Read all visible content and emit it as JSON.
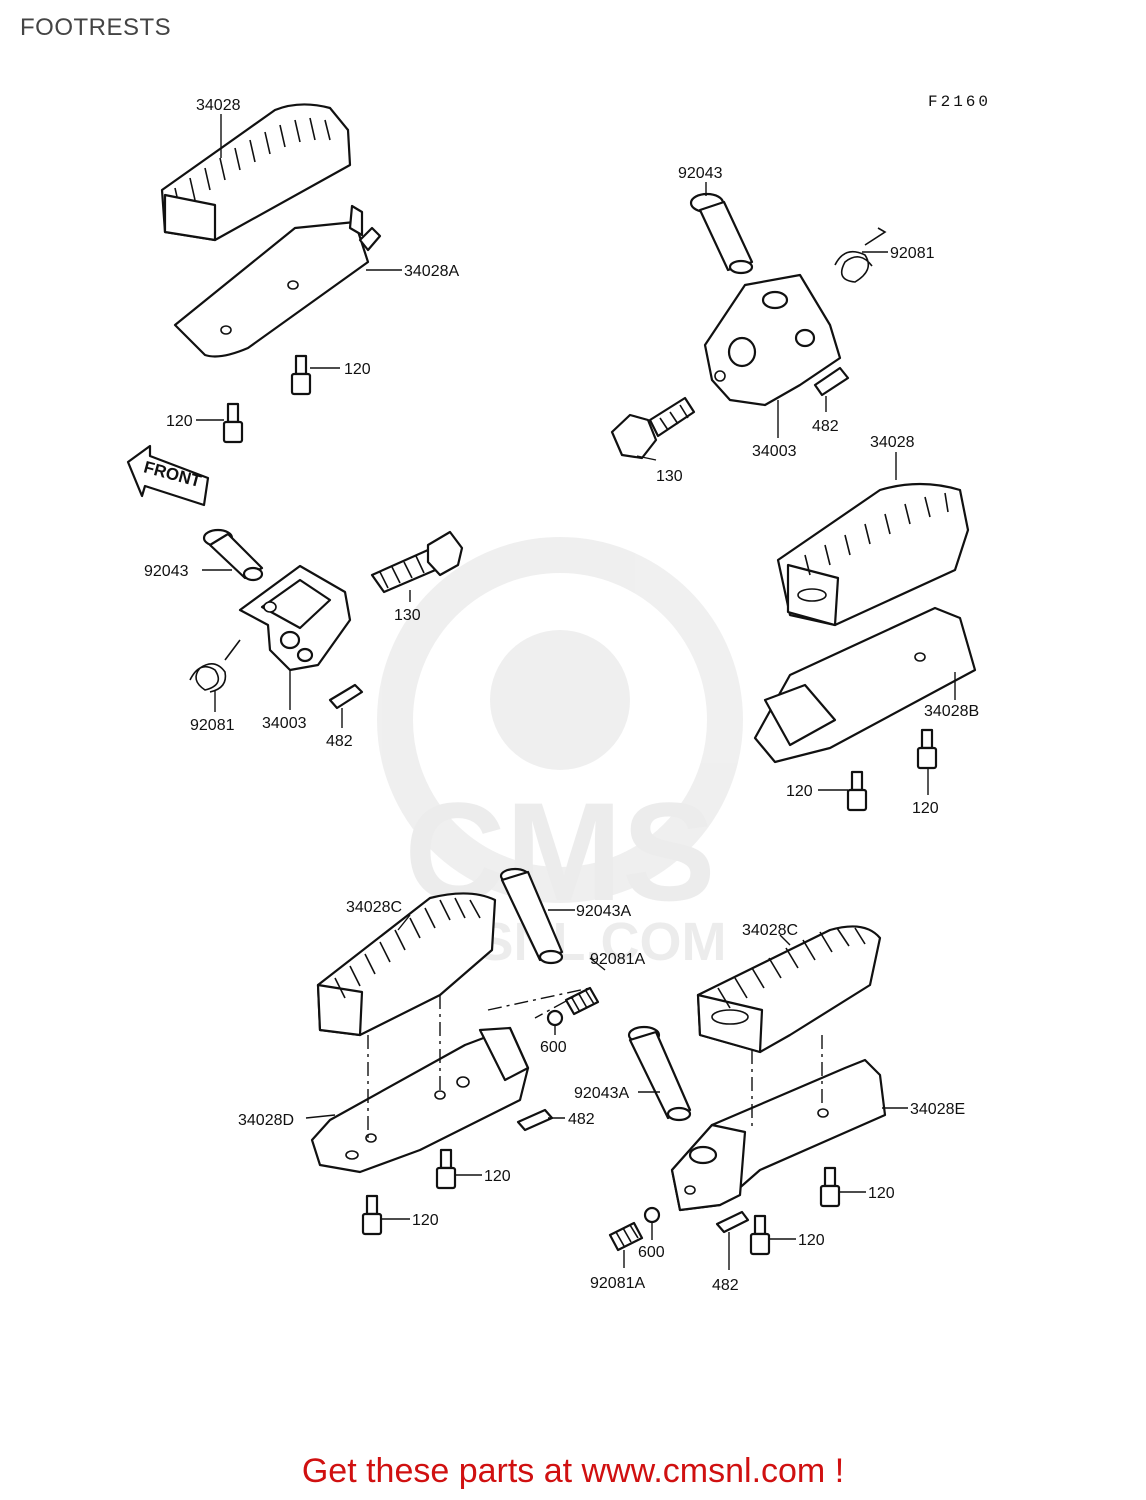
{
  "page": {
    "title": "FOOTRESTS",
    "figure_code": "F2160",
    "front_arrow": "FRONT",
    "watermark_logo": "CMS",
    "watermark_url": "CMSNL.COM",
    "footer": "Get these parts at www.cmsnl.com !"
  },
  "labels": [
    {
      "id": "l1",
      "text": "34028"
    },
    {
      "id": "l2",
      "text": "34028A"
    },
    {
      "id": "l3",
      "text": "120"
    },
    {
      "id": "l4",
      "text": "120"
    },
    {
      "id": "l5",
      "text": "92043"
    },
    {
      "id": "l6",
      "text": "92081"
    },
    {
      "id": "l7",
      "text": "482"
    },
    {
      "id": "l8",
      "text": "34003"
    },
    {
      "id": "l9",
      "text": "130"
    },
    {
      "id": "l10",
      "text": "34028"
    },
    {
      "id": "l11",
      "text": "92043"
    },
    {
      "id": "l12",
      "text": "130"
    },
    {
      "id": "l13",
      "text": "92081"
    },
    {
      "id": "l14",
      "text": "34003"
    },
    {
      "id": "l15",
      "text": "482"
    },
    {
      "id": "l16",
      "text": "34028B"
    },
    {
      "id": "l17",
      "text": "120"
    },
    {
      "id": "l18",
      "text": "120"
    },
    {
      "id": "l19",
      "text": "34028C"
    },
    {
      "id": "l20",
      "text": "92043A"
    },
    {
      "id": "l21",
      "text": "92081A"
    },
    {
      "id": "l22",
      "text": "600"
    },
    {
      "id": "l23",
      "text": "34028D"
    },
    {
      "id": "l24",
      "text": "482"
    },
    {
      "id": "l25",
      "text": "120"
    },
    {
      "id": "l26",
      "text": "120"
    },
    {
      "id": "l27",
      "text": "34028C"
    },
    {
      "id": "l28",
      "text": "92043A"
    },
    {
      "id": "l29",
      "text": "34028E"
    },
    {
      "id": "l30",
      "text": "120"
    },
    {
      "id": "l31",
      "text": "600"
    },
    {
      "id": "l32",
      "text": "120"
    },
    {
      "id": "l33",
      "text": "92081A"
    },
    {
      "id": "l34",
      "text": "482"
    }
  ]
}
